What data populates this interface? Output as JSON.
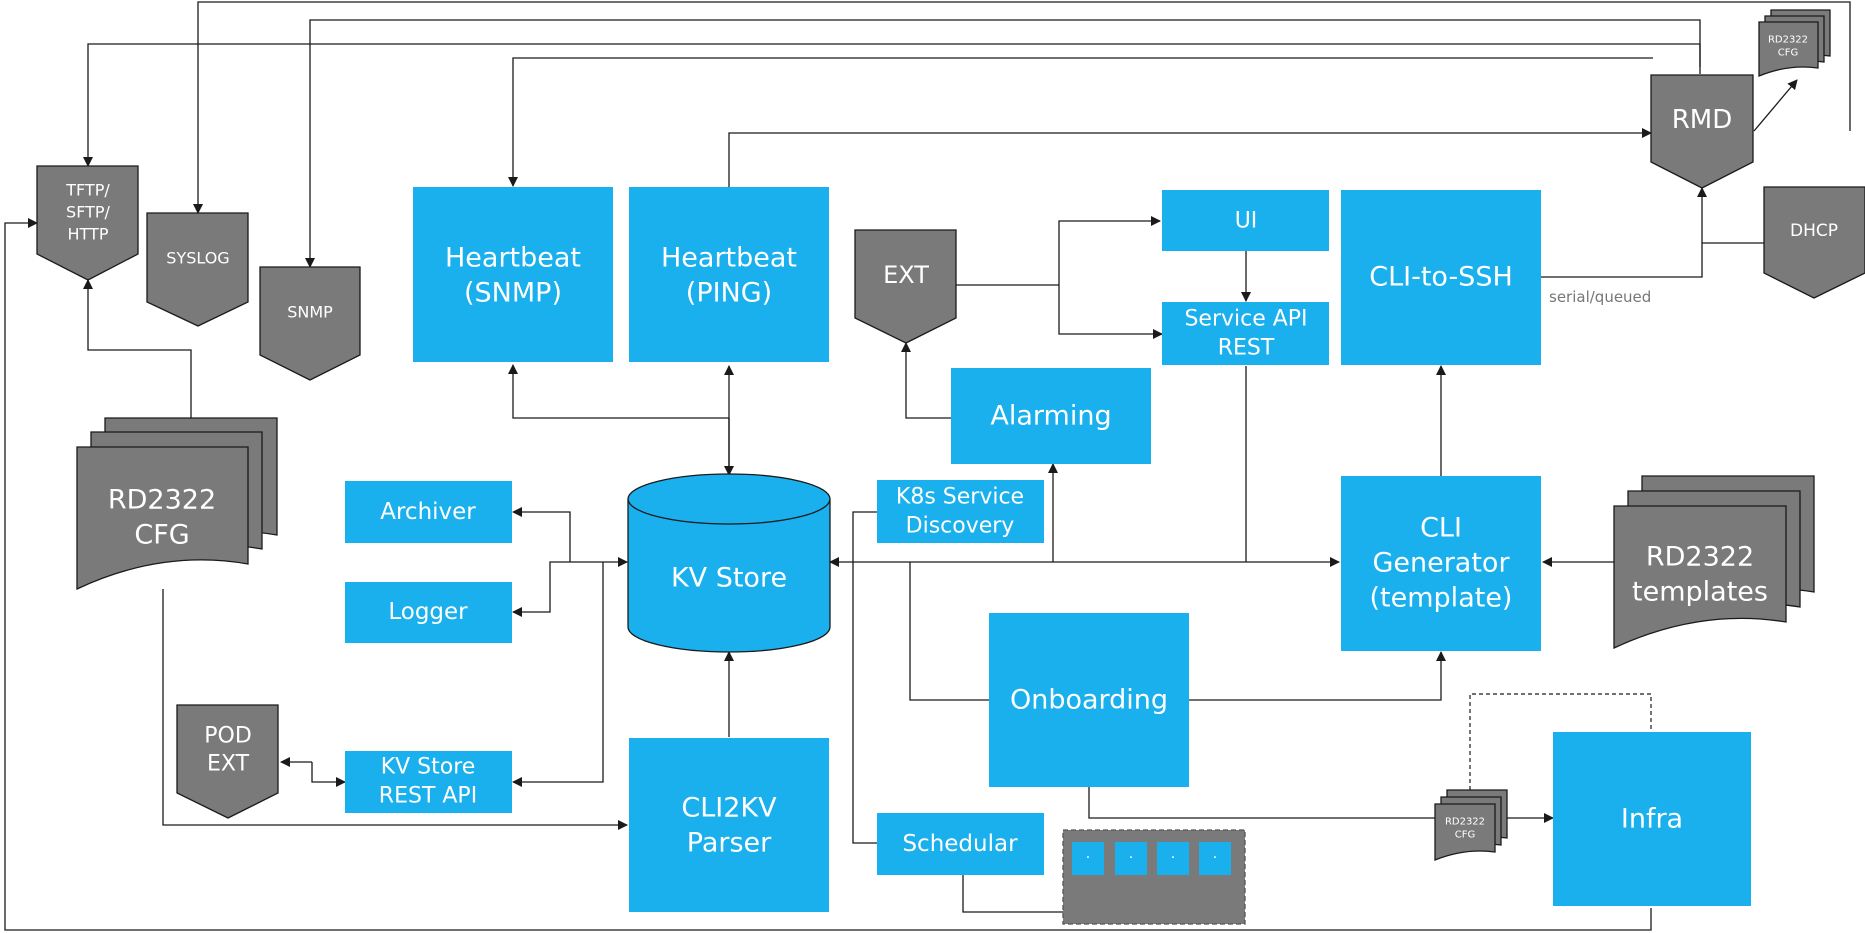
{
  "nodes": {
    "tftp": [
      "TFTP/",
      "SFTP/",
      "HTTP"
    ],
    "syslog": "SYSLOG",
    "snmp": "SNMP",
    "heartbeat_snmp": [
      "Heartbeat",
      "(SNMP)"
    ],
    "heartbeat_ping": [
      "Heartbeat",
      "(PING)"
    ],
    "ext": "EXT",
    "ui": "UI",
    "service_api": [
      "Service API",
      "REST"
    ],
    "cli_to_ssh": "CLI-to-SSH",
    "rmd": "RMD",
    "rmd_cfg": [
      "RD2322",
      "CFG"
    ],
    "dhcp": "DHCP",
    "serial_queued": "serial/queued",
    "rd_cfg_main": [
      "RD2322",
      "CFG"
    ],
    "alarming": "Alarming",
    "archiver": "Archiver",
    "logger": "Logger",
    "kv_store": "KV Store",
    "k8s": [
      "K8s Service",
      "Discovery"
    ],
    "cli_generator": [
      "CLI",
      "Generator",
      "(template)"
    ],
    "rd_templates": [
      "RD2322",
      "templates"
    ],
    "onboarding": "Onboarding",
    "pod_ext": [
      "POD",
      "EXT"
    ],
    "kv_rest": [
      "KV Store",
      "REST API"
    ],
    "cli2kv": [
      "CLI2KV",
      "Parser"
    ],
    "schedular": "Schedular",
    "worker_dots": [
      "·",
      "·",
      "·",
      "·"
    ],
    "infra_cfg": [
      "RD2322",
      "CFG"
    ],
    "infra": "Infra"
  }
}
